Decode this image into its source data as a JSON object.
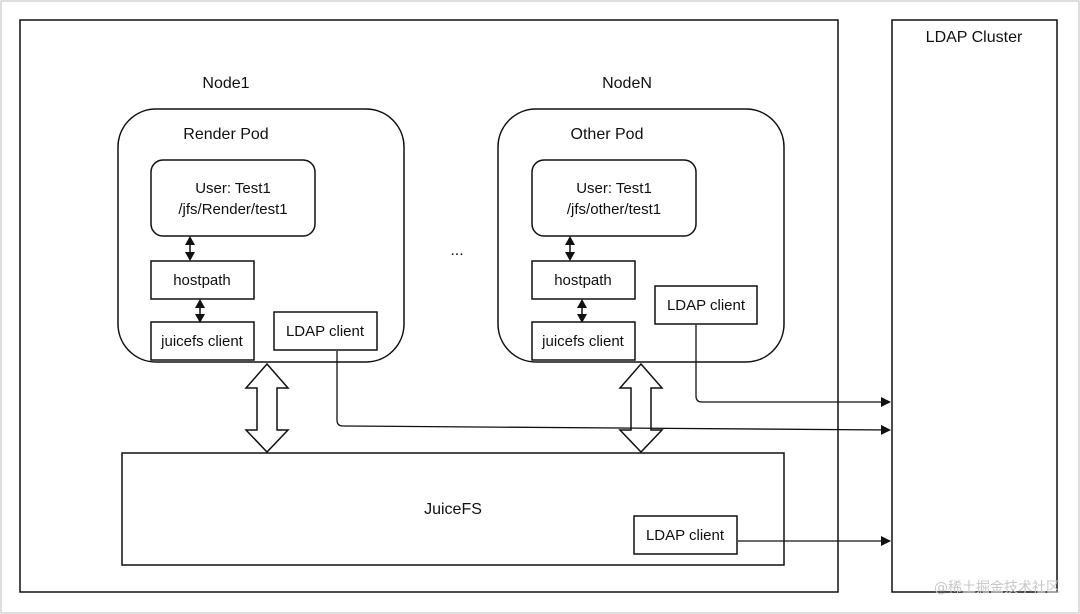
{
  "labels": {
    "node1": "Node1",
    "nodeN": "NodeN",
    "ellipsis": "...",
    "ldap_cluster": "LDAP Cluster",
    "juicefs": "JuiceFS"
  },
  "node1_pod": {
    "title": "Render Pod",
    "user_line1": "User: Test1",
    "user_line2": "/jfs/Render/test1",
    "hostpath": "hostpath",
    "juicefs_client": "juicefs client",
    "ldap_client": "LDAP client"
  },
  "noden_pod": {
    "title": "Other Pod",
    "user_line1": "User: Test1",
    "user_line2": "/jfs/other/test1",
    "hostpath": "hostpath",
    "juicefs_client": "juicefs client",
    "ldap_client": "LDAP client"
  },
  "juicefs_box": {
    "ldap_client": "LDAP client"
  },
  "watermark": "@稀土掘金技术社区",
  "colors": {
    "stroke": "#111111",
    "background": "#ffffff",
    "watermark": "#c8c8c8"
  }
}
